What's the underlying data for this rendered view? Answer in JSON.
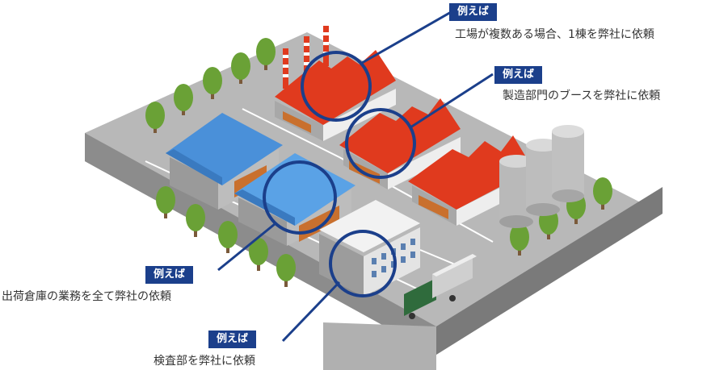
{
  "callouts": [
    {
      "tag": "例えば",
      "text": "工場が複数ある場合、1棟を弊社に依頼"
    },
    {
      "tag": "例えば",
      "text": "製造部門のブースを弊社に依頼"
    },
    {
      "tag": "例えば",
      "text": "出荷倉庫の業務を全て弊社の依頼"
    },
    {
      "tag": "例えば",
      "text": "検査部を弊社に依頼"
    }
  ],
  "colors": {
    "tag_bg": "#1b3f8b",
    "highlight_ring": "#1b3f8b",
    "factory_roof": "#e03a1e",
    "warehouse_roof": "#4a90d9",
    "ground": "#a8a8a8",
    "tree": "#6aa136"
  }
}
